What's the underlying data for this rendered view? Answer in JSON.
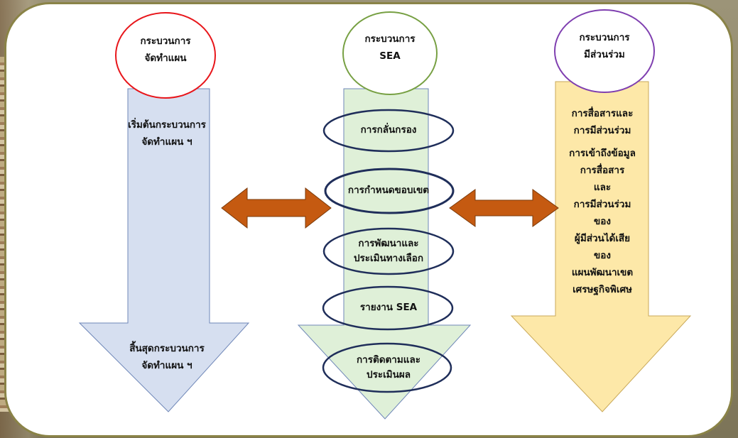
{
  "columns": {
    "plan": {
      "title_line1": "กระบวนการ",
      "title_line2": "จัดทำแผน",
      "start_line1": "เริ่มต้นกระบวนการ",
      "start_line2": "จัดทำแผน ฯ",
      "end_line1": "สิ้นสุดกระบวนการ",
      "end_line2": "จัดทำแผน ฯ",
      "color": "#d6dff0",
      "circle_color": "#e8161b"
    },
    "sea": {
      "title_line1": "กระบวนการ",
      "title_line2": "SEA",
      "steps": [
        "การกลั่นกรอง",
        "การกำหนดขอบเขต",
        "การพัฒนาและ",
        "ประเมินทางเลือก",
        "รายงาน SEA",
        "การติดตามและ",
        "ประเมินผล"
      ],
      "color": "#dff0d8",
      "circle_color": "#77a043"
    },
    "participation": {
      "title_line1": "กระบวนการ",
      "title_line2": "มีส่วนร่วม",
      "lines": [
        "การสื่อสารและ",
        "การมีส่วนร่วม",
        "การเข้าถึงข้อมูล",
        "การสื่อสาร",
        "และ",
        "การมีส่วนร่วม",
        "ของ",
        "ผู้มีส่วนได้เสีย",
        "ของ",
        "แผนพัฒนาเขต",
        "เศรษฐกิจพิเศษ"
      ],
      "color": "#fde8a8",
      "circle_color": "#7f3fb0"
    }
  },
  "colors": {
    "connector": "#c55a11",
    "ellipse_stroke": "#1f2e5a",
    "frame": "#8a8347"
  }
}
